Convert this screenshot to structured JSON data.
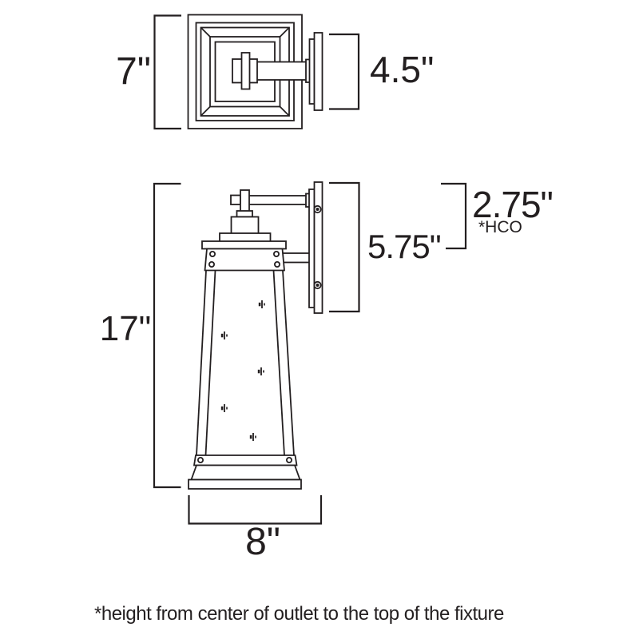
{
  "colors": {
    "line": "#231f20",
    "background": "#ffffff"
  },
  "views": {
    "top": {
      "dims": {
        "width": "7\"",
        "projection": "4.5\""
      }
    },
    "side": {
      "dims": {
        "height": "17\"",
        "backplate": "5.75\"",
        "hco": "2.75\"",
        "hco_note": "*HCO",
        "base": "8\""
      }
    }
  },
  "footnote": "*height from center of outlet to the top of the fixture"
}
